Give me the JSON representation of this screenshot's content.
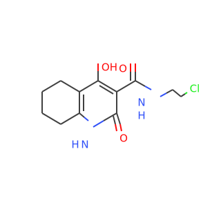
{
  "molecule": {
    "atoms": [
      {
        "id": "OH",
        "text": "OH",
        "element": "O",
        "color": "#ff0d0d"
      },
      {
        "id": "O_amide",
        "text": "O",
        "element": "O",
        "color": "#ff0d0d"
      },
      {
        "id": "NH_amide",
        "text": "N",
        "element": "N",
        "color": "#3050f8"
      },
      {
        "id": "H_amide",
        "text": "H",
        "element": "H",
        "color": "#3050f8"
      },
      {
        "id": "Cl",
        "text": "Cl",
        "element": "Cl",
        "color": "#1ff01f"
      },
      {
        "id": "N_ring",
        "text": "N",
        "element": "N",
        "color": "#3050f8"
      },
      {
        "id": "H_ring",
        "text": "H",
        "element": "H",
        "color": "#3050f8"
      },
      {
        "id": "O_keto",
        "text": "O",
        "element": "O",
        "color": "#ff0d0d"
      }
    ],
    "colors": {
      "carbon_bond": "#404040",
      "oxygen": "#ff0d0d",
      "nitrogen": "#3050f8",
      "chlorine": "#1ff01f"
    }
  }
}
